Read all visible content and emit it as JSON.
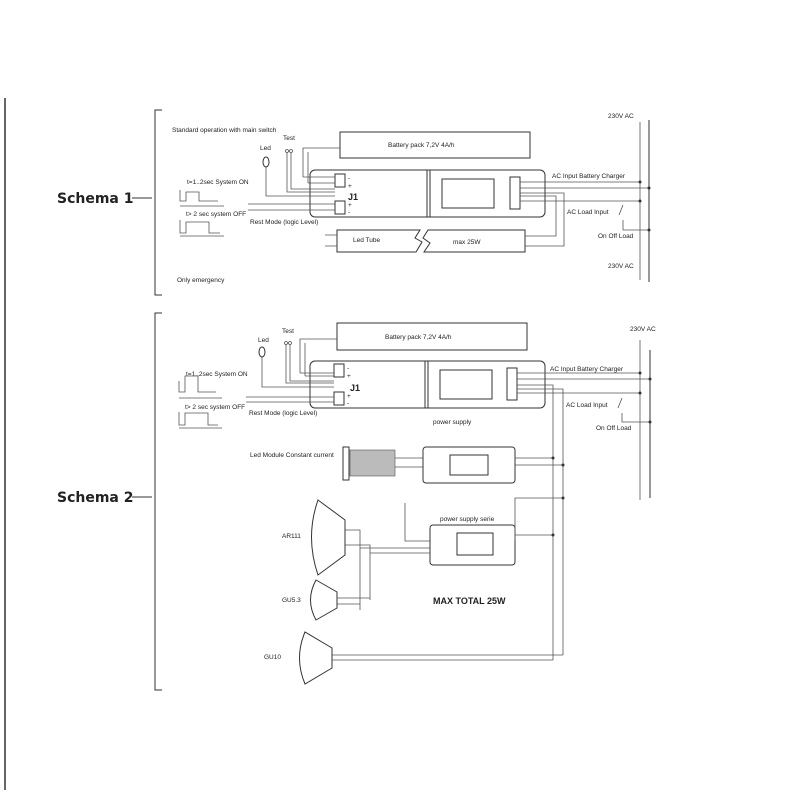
{
  "schema1": {
    "title": "Schema 1",
    "standard_operation": "Standard operation with main switch",
    "battery": "Battery pack 7,2V 4A/h",
    "led": "Led",
    "test": "Test",
    "pulse_on": "t=1..2sec System ON",
    "pulse_off": "t> 2 sec system OFF",
    "rest_mode": "Rest Mode (logic Level)",
    "j1": "J1",
    "led_tube": "Led Tube",
    "max": "max 25W",
    "ac_top": "230V AC",
    "ac_bottom": "230V AC",
    "ac_input": "AC Input Battery Charger",
    "ac_load": "AC Load Input",
    "on_off": "On Off Load",
    "only_emergency": "Only emergency"
  },
  "schema2": {
    "title": "Schema 2",
    "battery": "Battery pack 7,2V 4A/h",
    "led": "Led",
    "test": "Test",
    "pulse_on": "t=1..2sec System ON",
    "pulse_off": "t> 2 sec system OFF",
    "rest_mode": "Rest Mode (logic Level)",
    "j1": "J1",
    "ac_top": "230V AC",
    "ac_input": "AC Input Battery Charger",
    "ac_load": "AC Load Input",
    "on_off": "On Off Load",
    "power_supply": "power supply",
    "led_module": "Led Module Constant current",
    "ps_serie": "power supply serie",
    "ar111": "AR111",
    "gu53": "GU5.3",
    "gu10": "GU10",
    "max_total": "MAX TOTAL 25W"
  }
}
